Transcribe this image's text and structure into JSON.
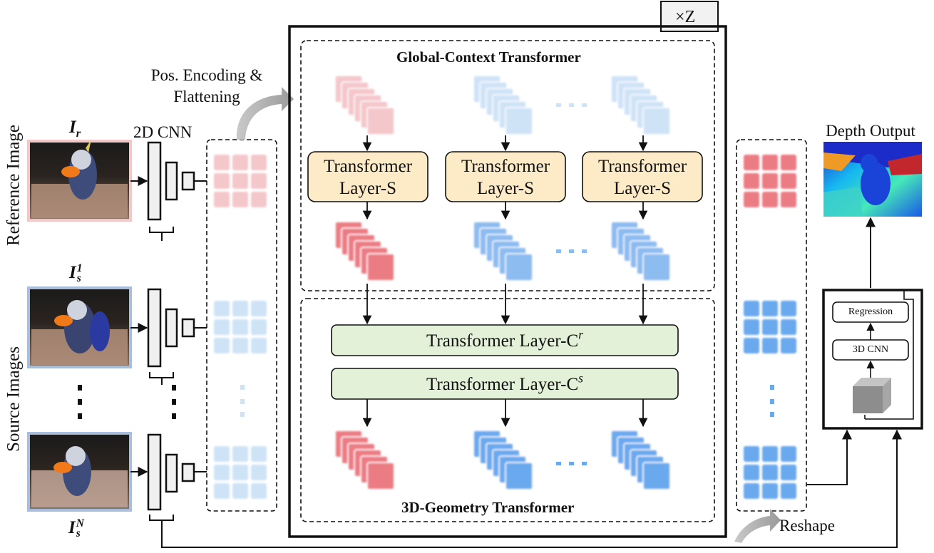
{
  "title_main": "Global-Context Transformer",
  "title_geometry": "3D-Geometry Transformer",
  "repeat_label": "×Z",
  "pos_encoding_line1": "Pos. Encoding &",
  "pos_encoding_line2": "Flattening",
  "cnn2d_label": "2D CNN",
  "depth_output_label": "Depth Output",
  "reshape_label": "Reshape",
  "reference_image_label": "Reference Image",
  "source_images_label": "Source Images",
  "image_labels": {
    "ref_base": "I",
    "ref_sub": "r",
    "src1_base": "I",
    "src1_sup": "1",
    "src1_sub": "s",
    "srcN_base": "I",
    "srcN_sup": "N",
    "srcN_sub": "s"
  },
  "layer_s": [
    "Transformer",
    "Layer-S"
  ],
  "layer_cr": {
    "text": "Transformer Layer-C",
    "sup": "r"
  },
  "layer_cs": {
    "text": "Transformer Layer-C",
    "sup": "s"
  },
  "regression_label": "Regression",
  "cnn3d_label": "3D CNN",
  "colors": {
    "ref_soft": "#f4c7cb",
    "ref_strong": "#ec7c84",
    "src_soft": "#cfe3f7",
    "src_strong": "#6aa9ee",
    "layer_s_fill": "#fdebc8",
    "layer_c_fill": "#e3f1d9",
    "ref_border": "#f3c6c8",
    "src_border": "#a9bddc"
  }
}
